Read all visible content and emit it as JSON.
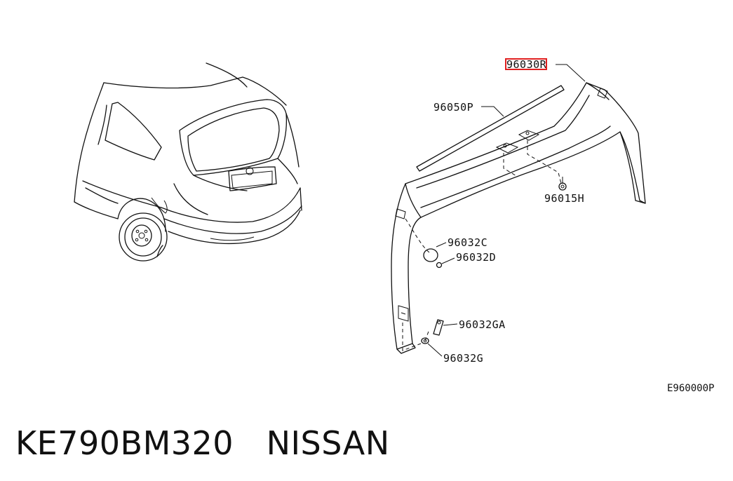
{
  "callouts": {
    "p96030r": "96030R",
    "p96050p": "96050P",
    "p96015h": "96015H",
    "p96032c": "96032C",
    "p96032d": "96032D",
    "p96032ga": "96032GA",
    "p96032g": "96032G"
  },
  "figure_ref": "E960000P",
  "caption": "KE790BM320　NISSAN",
  "highlight_color": "#e02020"
}
